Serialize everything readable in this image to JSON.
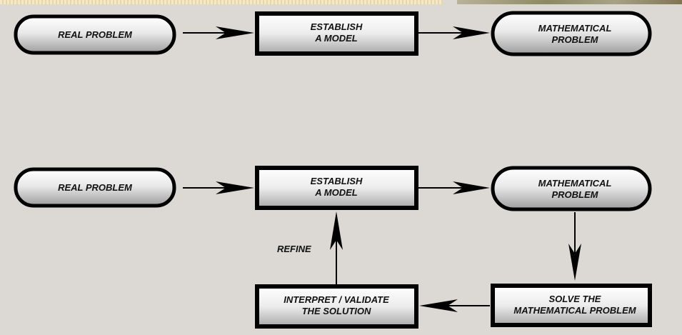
{
  "diagram": {
    "flow_1": {
      "real_problem": "REAL PROBLEM",
      "establish_model": [
        "ESTABLISH",
        "A MODEL"
      ],
      "mathematical_problem": [
        "MATHEMATICAL",
        "PROBLEM"
      ]
    },
    "flow_2": {
      "real_problem": "REAL PROBLEM",
      "establish_model": [
        "ESTABLISH",
        "A MODEL"
      ],
      "mathematical_problem": [
        "MATHEMATICAL",
        "PROBLEM"
      ],
      "solve": [
        "SOLVE THE",
        "MATHEMATICAL PROBLEM"
      ],
      "interpret": [
        "INTERPRET / VALIDATE",
        "THE SOLUTION"
      ],
      "refine_label": "REFINE"
    }
  }
}
